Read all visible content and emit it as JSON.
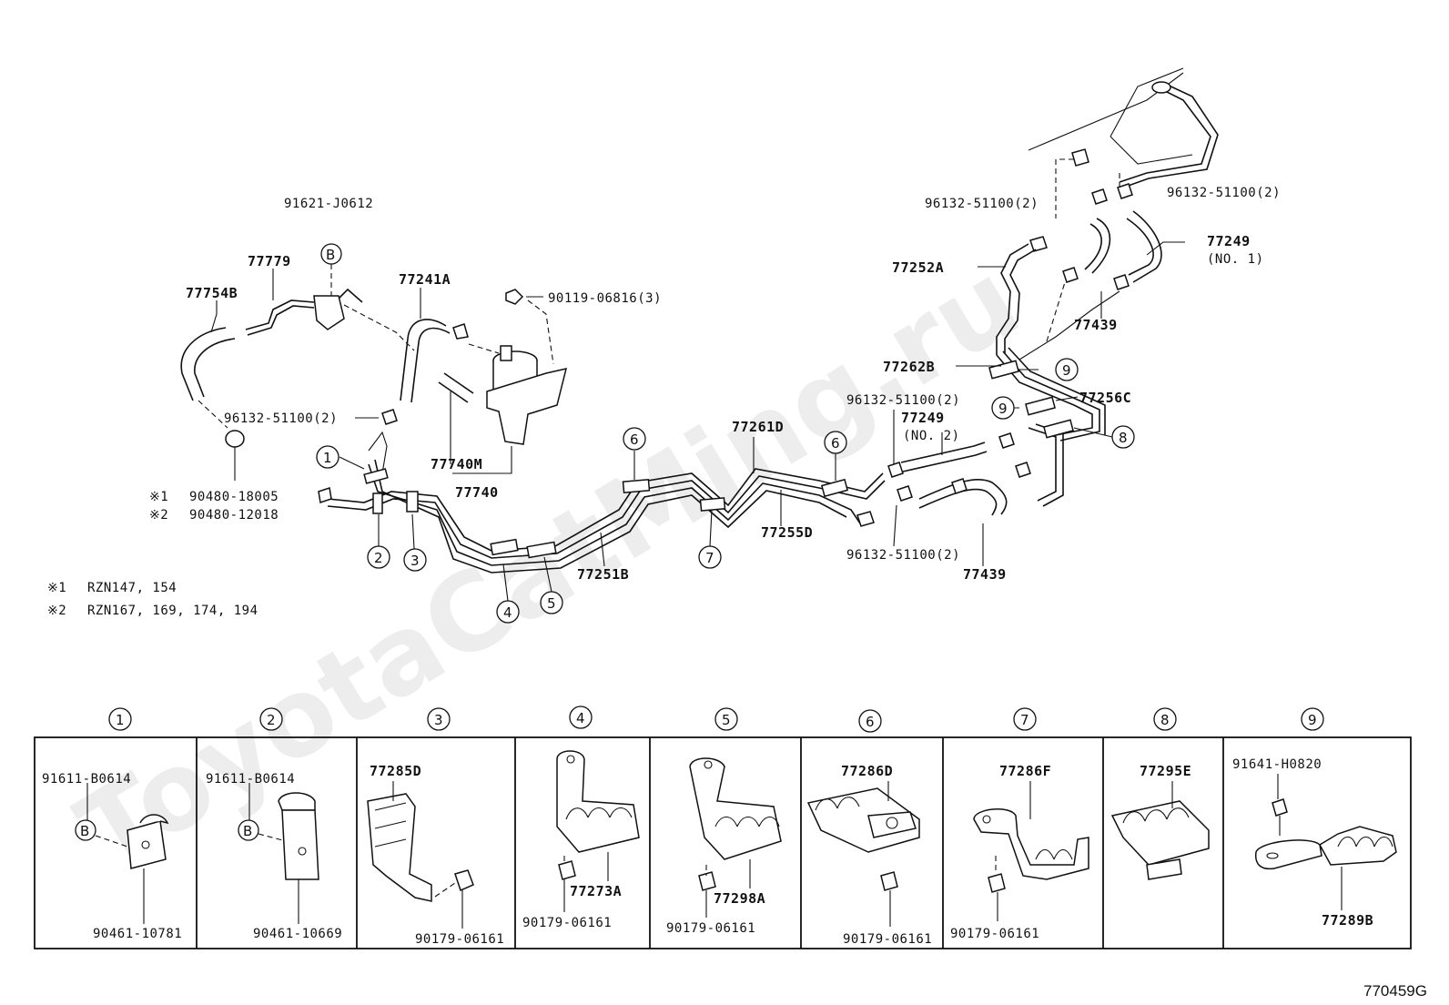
{
  "watermark": "ToyotaCatMing.ru",
  "diagram_id": "770459G",
  "callouts": {
    "p91621": "91621-J0612",
    "p77779": "77779",
    "p77754B": "77754B",
    "p77241A": "77241A",
    "p90119": "90119-06816(3)",
    "p96132_left": "96132-51100(2)",
    "p90480_1": "90480-18005",
    "p90480_2": "90480-12018",
    "p77740M": "77740M",
    "p77740": "77740",
    "p77251B": "77251B",
    "p77261D": "77261D",
    "p77255D": "77255D",
    "p96132_mid_top": "96132-51100(2)",
    "p77249_no2": "77249",
    "p77249_no2_sub": "(NO. 2)",
    "p96132_mid_bot": "96132-51100(2)",
    "p77439_bot": "77439",
    "p96132_tr_left": "96132-51100(2)",
    "p96132_tr_right": "96132-51100(2)",
    "p77252A": "77252A",
    "p77249_no1": "77249",
    "p77249_no1_sub": "(NO. 1)",
    "p77439_top": "77439",
    "p77262B": "77262B",
    "p77256C": "77256C"
  },
  "circle_refs": [
    "1",
    "2",
    "3",
    "4",
    "5",
    "6",
    "7",
    "8",
    "9"
  ],
  "bolt_marker": "B",
  "notes": [
    {
      "mark": "※1",
      "text": "RZN147, 154"
    },
    {
      "mark": "※2",
      "text": "RZN167, 169, 174, 194"
    }
  ],
  "note_marks": {
    "m1": "※1",
    "m2": "※2"
  },
  "detail_table": [
    {
      "ref": "1",
      "parts": [
        "91611-B0614",
        "90461-10781"
      ]
    },
    {
      "ref": "2",
      "parts": [
        "91611-B0614",
        "90461-10669"
      ]
    },
    {
      "ref": "3",
      "parts": [
        "77285D",
        "90179-06161"
      ]
    },
    {
      "ref": "4",
      "parts": [
        "77273A",
        "90179-06161"
      ]
    },
    {
      "ref": "5",
      "parts": [
        "77298A",
        "90179-06161"
      ]
    },
    {
      "ref": "6",
      "parts": [
        "77286D",
        "90179-06161"
      ]
    },
    {
      "ref": "7",
      "parts": [
        "77286F",
        "90179-06161"
      ]
    },
    {
      "ref": "8",
      "parts": [
        "77295E"
      ]
    },
    {
      "ref": "9",
      "parts": [
        "91641-H0820",
        "77289B"
      ]
    }
  ]
}
